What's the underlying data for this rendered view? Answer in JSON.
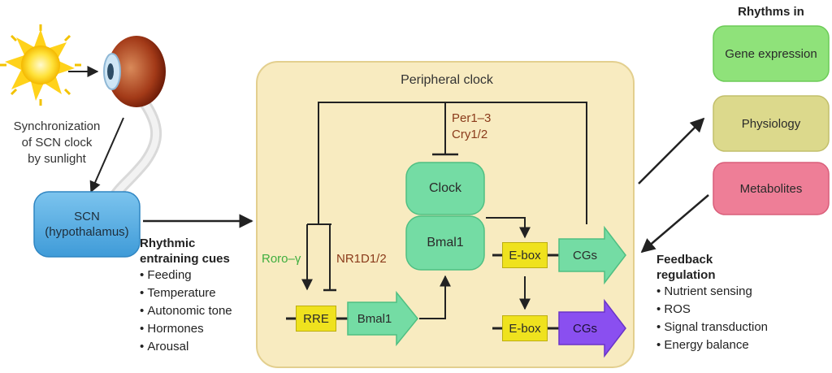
{
  "sun_eye": {
    "sync_text_lines": [
      "Synchronization",
      "of SCN clock",
      "by sunlight"
    ]
  },
  "scn": {
    "label_lines": [
      "SCN",
      "(hypothalamus)"
    ]
  },
  "entraining": {
    "title_lines": [
      "Rhythmic",
      "entraining cues"
    ],
    "items": [
      "Feeding",
      "Temperature",
      "Autonomic tone",
      "Hormones",
      "Arousal"
    ]
  },
  "peripheral": {
    "title": "Peripheral clock",
    "per_cry_lines": [
      "Per1–3",
      "Cry1/2"
    ],
    "clock_label": "Clock",
    "bmal1_top_label": "Bmal1",
    "roro_label": "Roro–γ",
    "nr1d_label": "NR1D1/2",
    "rre_label": "RRE",
    "bmal1_arrow_label": "Bmal1",
    "ebox1_label": "E-box",
    "ebox2_label": "E-box",
    "cgs1_label": "CGs",
    "cgs2_label": "CGs"
  },
  "rhythms": {
    "title": "Rhythms in",
    "items": [
      "Gene expression",
      "Physiology",
      "Metabolites"
    ]
  },
  "feedback": {
    "title_lines": [
      "Feedback",
      "regulation"
    ],
    "items": [
      "Nutrient sensing",
      "ROS",
      "Signal transduction",
      "Energy balance"
    ]
  },
  "colors": {
    "peripheral_fill": "#f8ebc0",
    "peripheral_border": "#e3cf8e",
    "scn_fill": "#5fb3e6",
    "clock_fill": "#74dca4",
    "ebox_fill": "#efe21e",
    "cgs_green": "#74dca4",
    "cgs_purple": "#8a4ff0",
    "gene_expression": "#8fe27a",
    "physiology": "#dcd98c",
    "metabolites": "#ee7e97",
    "accent_green_text": "#3fae3f",
    "accent_brown_text": "#8a3a1a"
  }
}
